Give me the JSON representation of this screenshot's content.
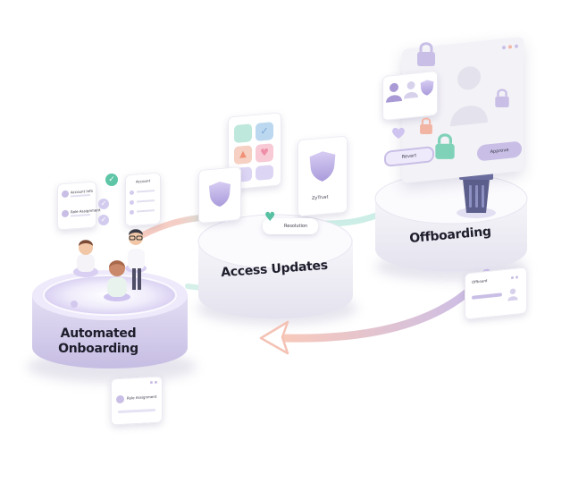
{
  "stages": {
    "onboarding": {
      "line1": "Automated",
      "line2": "Onboarding"
    },
    "access": {
      "label": "Access Updates"
    },
    "offboarding": {
      "label": "Offboarding"
    }
  },
  "cards": {
    "onboard_left": {
      "row1": "Account Info",
      "row2": "Role Assignment"
    },
    "onboard_right": {
      "row1": "Account"
    },
    "bottom_left": {
      "label": "Role Assignment"
    },
    "access_pill": {
      "label": "Resolution"
    },
    "access_shield": {
      "label": "ZyTrust"
    },
    "off_pill_left": {
      "label": "Revert"
    },
    "off_pill_right": {
      "label": "Approve"
    },
    "off_bottom": {
      "label": "Offboard"
    }
  },
  "colors": {
    "lavender": "#c9bfe6",
    "lavender_dark": "#a99ad6",
    "mint": "#9fe0cf",
    "peach": "#f5b8a8",
    "platform": "#f3f2f7"
  }
}
